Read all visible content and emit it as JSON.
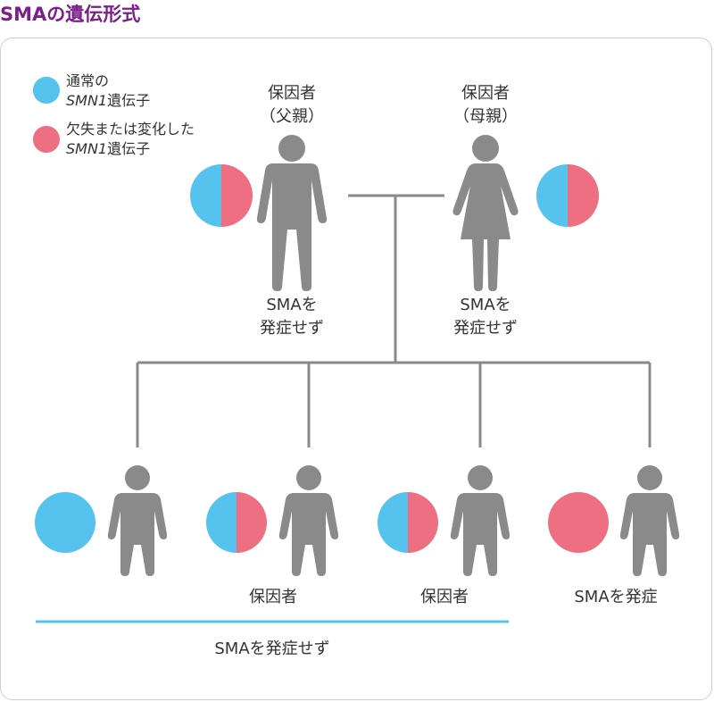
{
  "title": "SMAの遺伝形式",
  "colors": {
    "title": "#7b1f8c",
    "normal_gene": "#56c3ee",
    "mutant_gene": "#ee6e82",
    "person": "#8a8a8a",
    "line": "#8a8a8a",
    "bracket": "#56c3ee"
  },
  "legend": {
    "normal": {
      "line1": "通常の",
      "gene": "SMN1",
      "suffix": "遺伝子"
    },
    "mutant": {
      "line1": "欠失または変化した",
      "gene": "SMN1",
      "suffix": "遺伝子"
    }
  },
  "parents": {
    "father": {
      "role": "保因者",
      "relation": "（父親）",
      "status1": "SMAを",
      "status2": "発症せず",
      "genotype": "carrier"
    },
    "mother": {
      "role": "保因者",
      "relation": "（母親）",
      "status1": "SMAを",
      "status2": "発症せず",
      "genotype": "carrier"
    }
  },
  "children": [
    {
      "genotype": "normal",
      "label": ""
    },
    {
      "genotype": "carrier",
      "label": "保因者"
    },
    {
      "genotype": "carrier",
      "label": "保因者"
    },
    {
      "genotype": "affected",
      "label": "SMAを発症"
    }
  ],
  "bracket_label": "SMAを発症せず"
}
